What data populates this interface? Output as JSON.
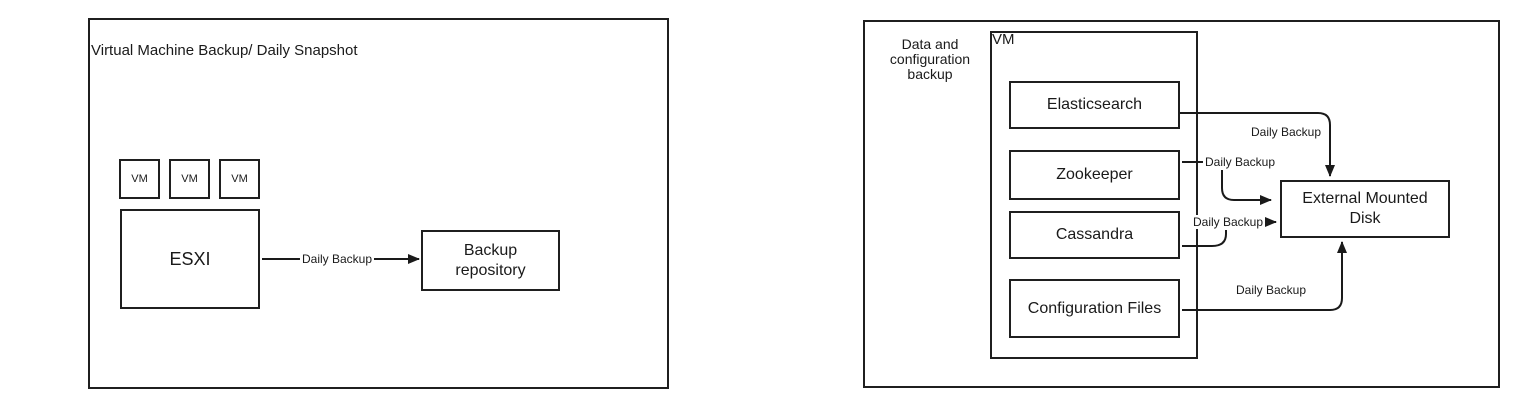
{
  "left_panel": {
    "title": "Virtual Machine Backup/ Daily Snapshot",
    "vm_boxes": [
      {
        "label": "VM"
      },
      {
        "label": "VM"
      },
      {
        "label": "VM"
      }
    ],
    "esxi_label": "ESXI",
    "backup_repository_label": "Backup repository",
    "connector_label": "Daily Backup"
  },
  "right_panel": {
    "caption": "Data and configuration backup",
    "vm_group_label": "VM",
    "services": [
      {
        "label": "Elasticsearch"
      },
      {
        "label": "Zookeeper"
      },
      {
        "label": "Cassandra"
      },
      {
        "label": "Configuration Files"
      }
    ],
    "external_disk_label": "External Mounted Disk",
    "connector_labels": {
      "elasticsearch": "Daily Backup",
      "zookeeper": "Daily Backup",
      "cassandra": "Daily Backup",
      "configuration_files": "Daily Backup"
    }
  }
}
